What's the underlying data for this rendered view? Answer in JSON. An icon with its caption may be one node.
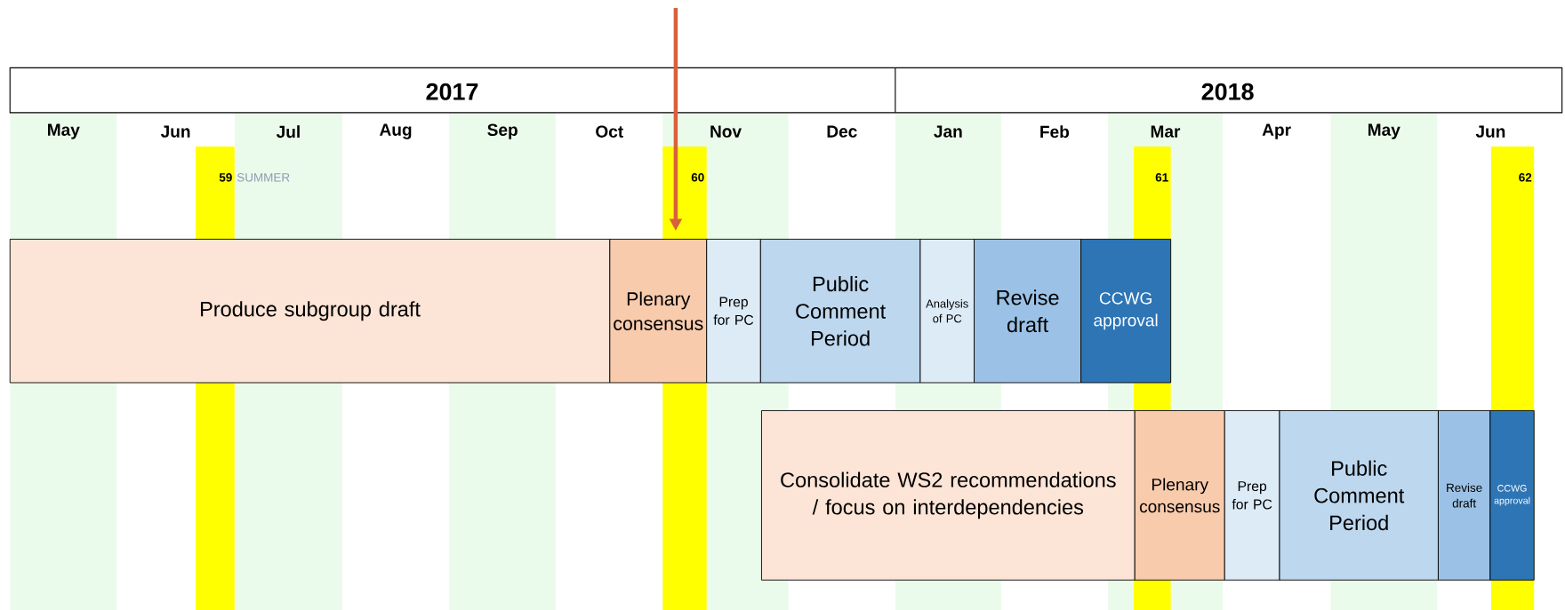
{
  "diagram": {
    "nodes": [
      {
        "text": [
          "Produce subgroup draft"
        ]
      },
      {
        "text": [
          "Plenary consensus"
        ]
      },
      {
        "text": [
          "Prep for PC"
        ]
      },
      {
        "text": [
          "Public Comment Period"
        ]
      },
      {
        "text": [
          "Analysis of PC"
        ]
      },
      {
        "text": [
          "Revise draft"
        ]
      },
      {
        "text": [
          "CCWG approval"
        ]
      },
      {
        "text": [
          "Consolidate WS2 recommendations / focus on interdependencies"
        ]
      },
      {
        "text": [
          "Plenary consensus"
        ]
      },
      {
        "text": [
          "Prep for PC"
        ]
      },
      {
        "text": [
          "Public Comment Period"
        ]
      },
      {
        "text": [
          "Revise draft"
        ]
      },
      {
        "text": [
          "CCWG approval"
        ]
      }
    ],
    "edges": [
      {
        "from": null,
        "to": 1,
        "arrow": "to",
        "color": "#d9603b"
      }
    ],
    "labels": [
      "2017",
      "2018",
      "May",
      "Jun",
      "Jul",
      "Aug",
      "Sep",
      "Oct",
      "Nov",
      "Dec",
      "Jan",
      "Feb",
      "Mar",
      "Apr",
      "May",
      "Jun",
      "59",
      "SUMMER",
      "60",
      "61",
      "62"
    ]
  }
}
